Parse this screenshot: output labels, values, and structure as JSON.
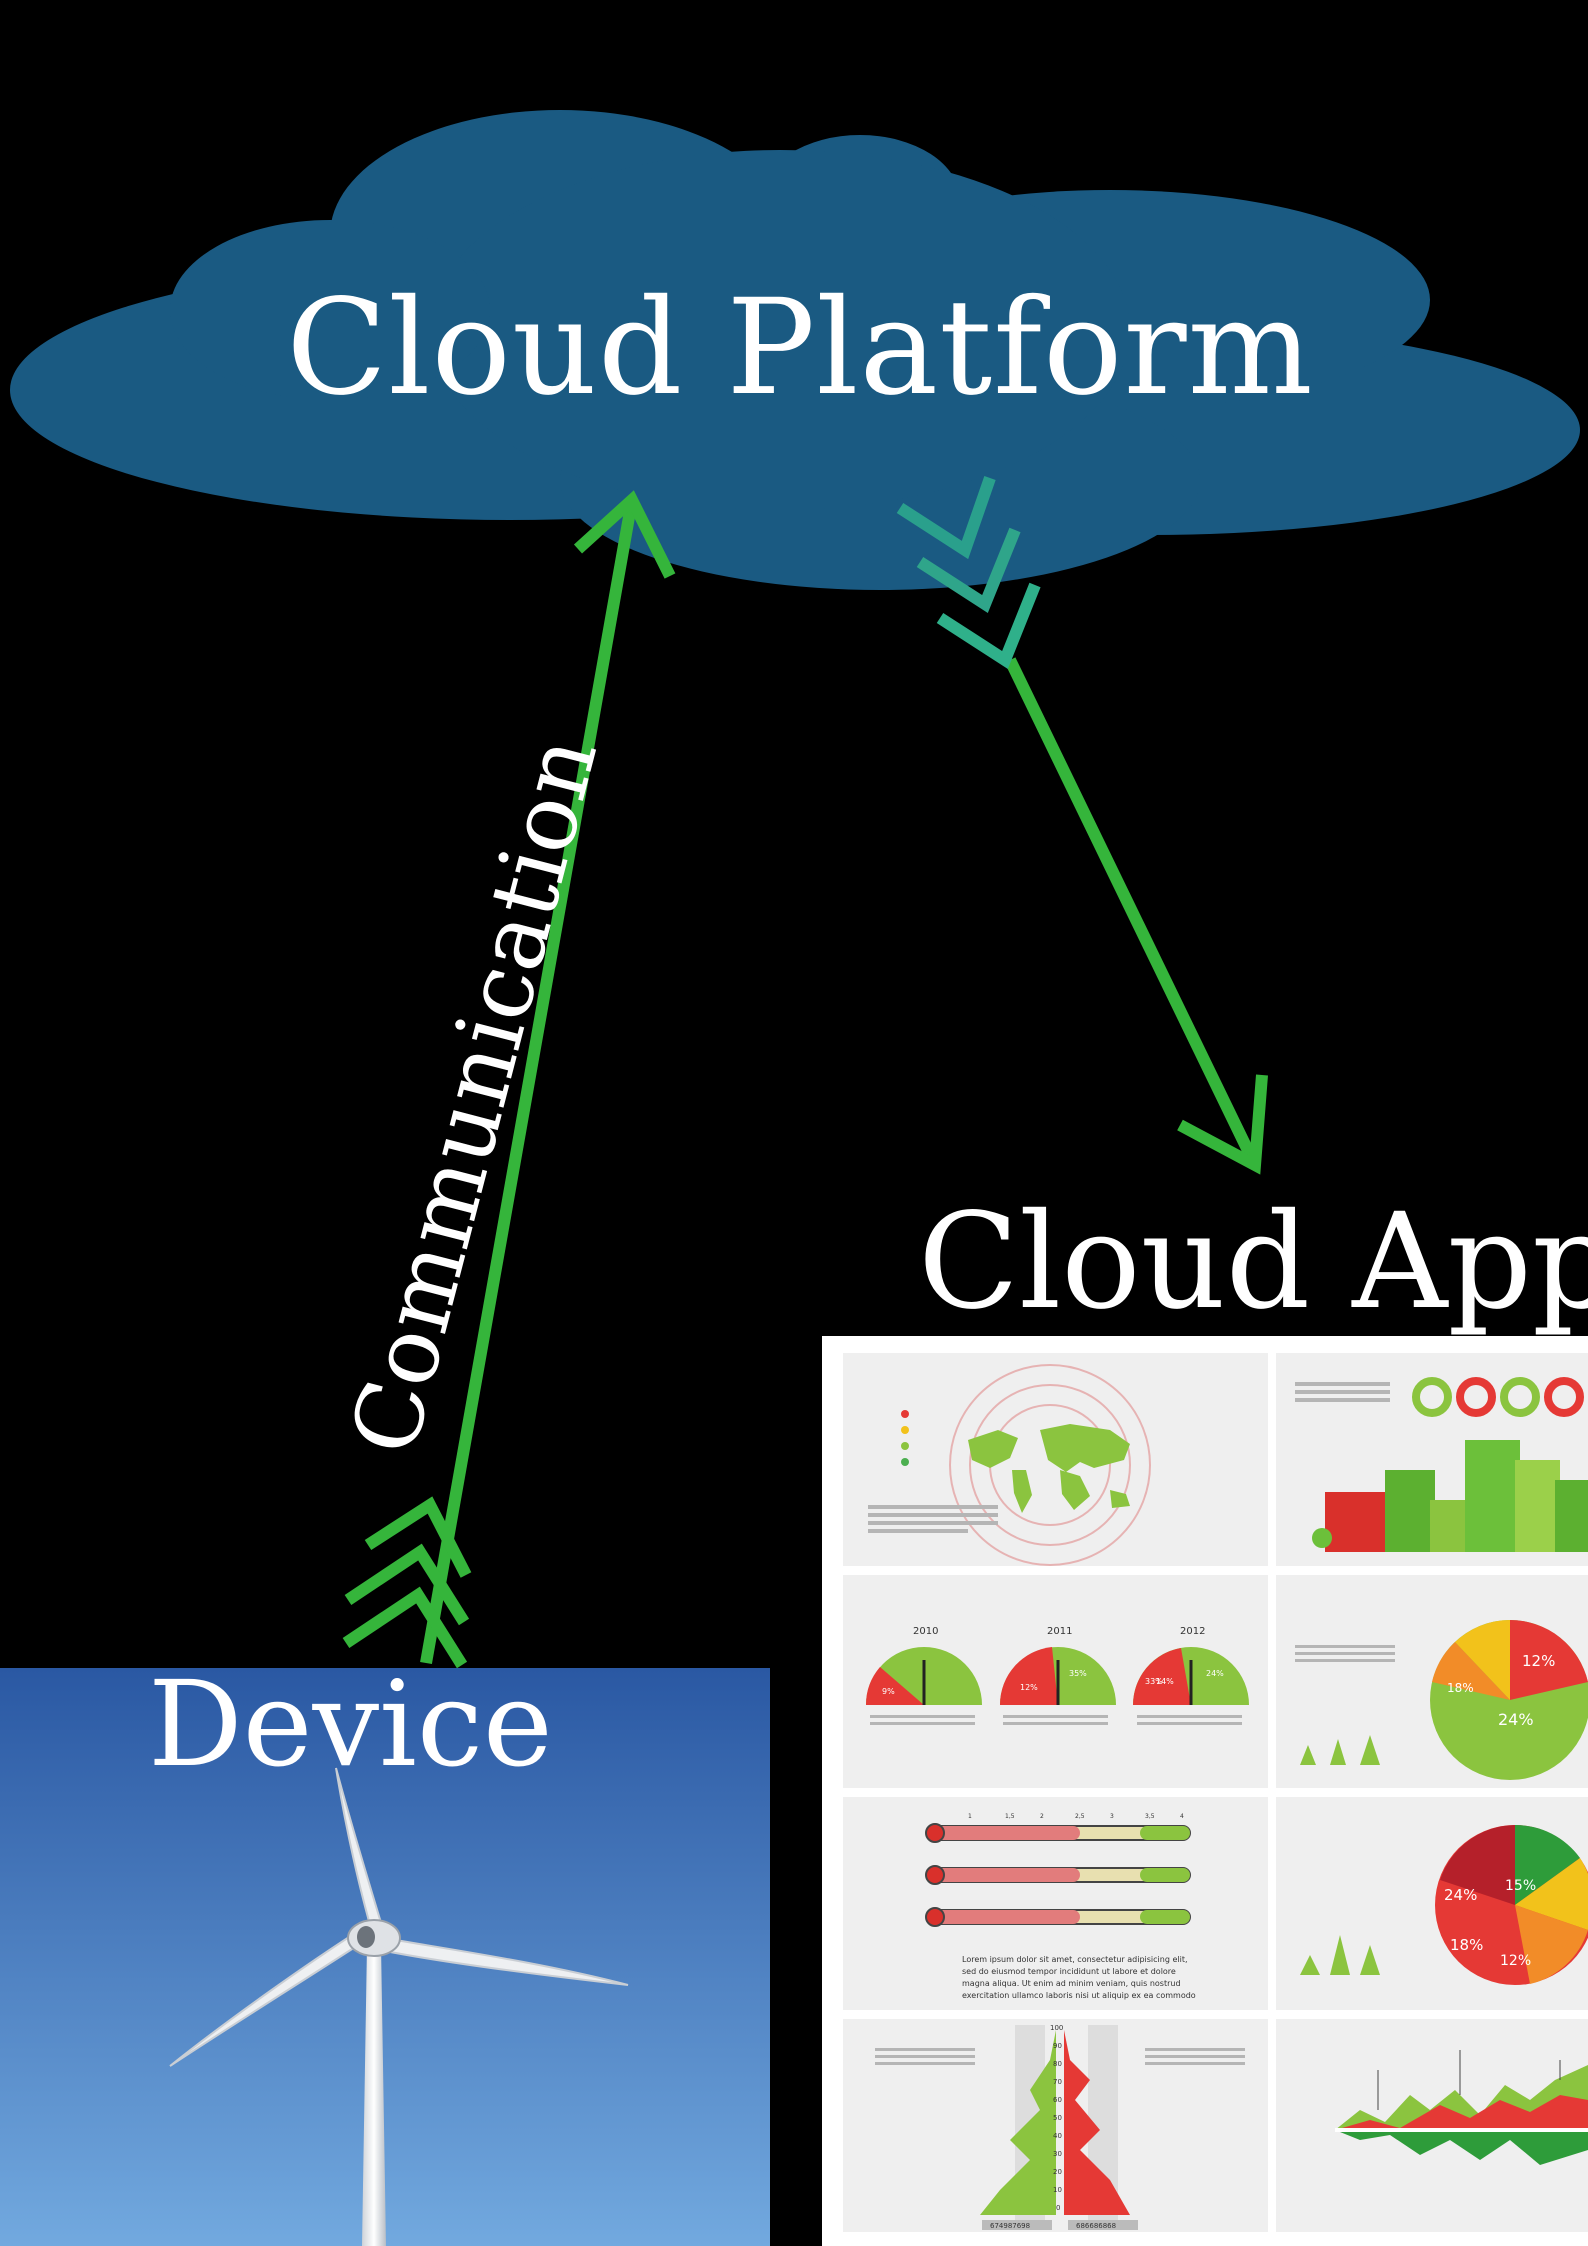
{
  "diagram": {
    "cloud_label": "Cloud Platform",
    "app_label": "Cloud App",
    "device_label": "Device",
    "edge_label": "Communication"
  },
  "dashboard": {
    "years": [
      "2010",
      "2011",
      "2012"
    ],
    "gauge_pcts": [
      "9%",
      "35%",
      "12%",
      "33%",
      "14%",
      "24%"
    ],
    "pie1_pcts": [
      "12%",
      "18%",
      "24%"
    ],
    "pie2_pcts": [
      "24%",
      "15%",
      "18%",
      "12%"
    ],
    "bar_ticks": [
      "1",
      "1,5",
      "2",
      "2,5",
      "3",
      "3,5",
      "4"
    ],
    "lorem": [
      "Lorem ipsum dolor sit amet, consectetur adipisicing elit,",
      "sed do eiusmod tempor incididunt ut labore et dolore",
      "magna aliqua. Ut enim ad minim veniam, quis  nostrud",
      "exercitation ullamco laboris nisi ut aliquip ex ea commodo"
    ],
    "pyramid_ticks": [
      "100",
      "90",
      "80",
      "70",
      "60",
      "50",
      "40",
      "30",
      "20",
      "10",
      "0"
    ],
    "pyramid_totals": [
      "674987698",
      "686686868"
    ]
  },
  "colors": {
    "cloud": "#1a5a82",
    "arrow": "#35b53b",
    "text": "#ffffff",
    "sky_top": "#2d5ea8",
    "sky_bottom": "#6ea5dd"
  },
  "icons": [
    "cloud-shape",
    "wind-turbine-icon",
    "dashboard-thumbnail",
    "arrow-icon"
  ]
}
